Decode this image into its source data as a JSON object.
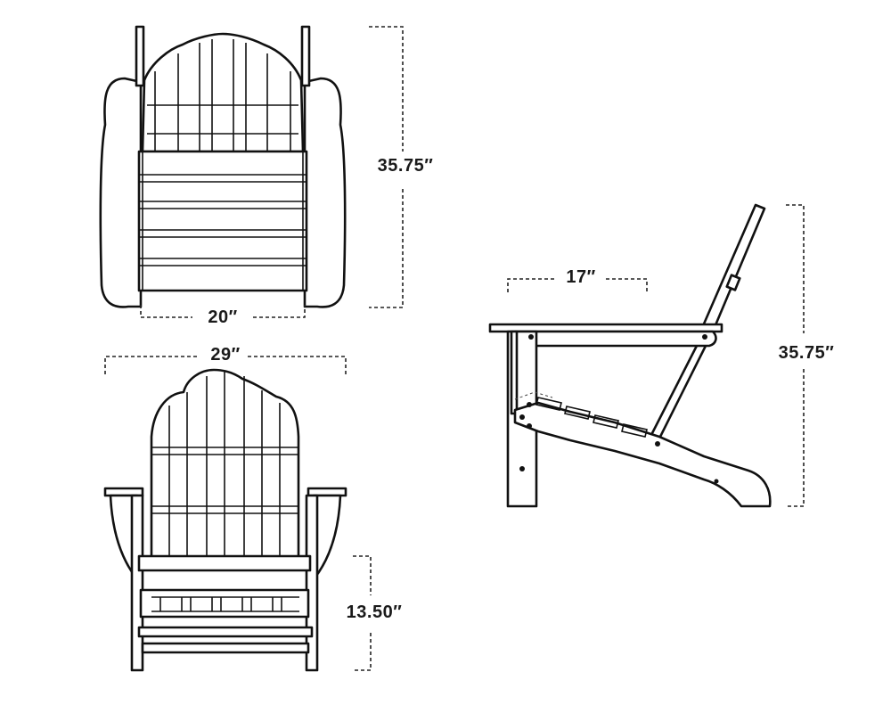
{
  "diagram": {
    "views": [
      {
        "name": "top-view",
        "dimensions": {
          "height": "35.75″",
          "width": "20″"
        }
      },
      {
        "name": "front-view",
        "dimensions": {
          "width": "29″",
          "seat_height": "13.50″"
        }
      },
      {
        "name": "side-view",
        "dimensions": {
          "depth": "17″",
          "height": "35.75″"
        }
      }
    ]
  },
  "colors": {
    "line": "#111111",
    "background": "#ffffff"
  }
}
